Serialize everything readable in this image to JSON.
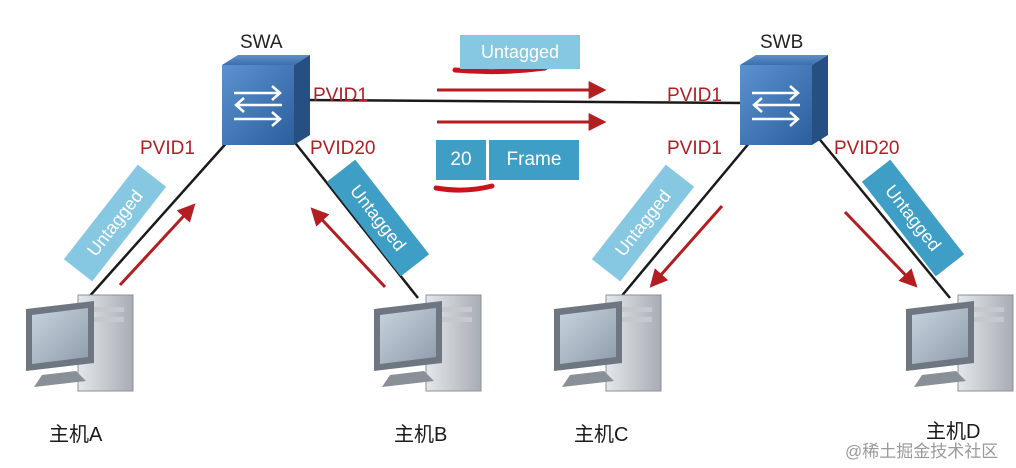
{
  "switches": {
    "a": {
      "name": "SWA"
    },
    "b": {
      "name": "SWB"
    }
  },
  "ports": {
    "swa_trunk": "PVID1",
    "swa_host_a": "PVID1",
    "swa_host_b": "PVID20",
    "swb_trunk": "PVID1",
    "swb_host_c": "PVID1",
    "swb_host_d": "PVID20"
  },
  "frames": {
    "trunk_top": "Untagged",
    "trunk_vlan": "20",
    "trunk_payload": "Frame",
    "host_a": "Untagged",
    "host_b": "Untagged",
    "host_c": "Untagged",
    "host_d": "Untagged"
  },
  "hosts": {
    "a": "主机A",
    "b": "主机B",
    "c": "主机C",
    "d": "主机D"
  },
  "watermark": "@稀土掘金技术社区",
  "colors": {
    "arrow": "#b21e22",
    "tag_light": "#86c8e2",
    "tag_dark": "#3f9ec6",
    "switch": "#2f6aa8"
  }
}
